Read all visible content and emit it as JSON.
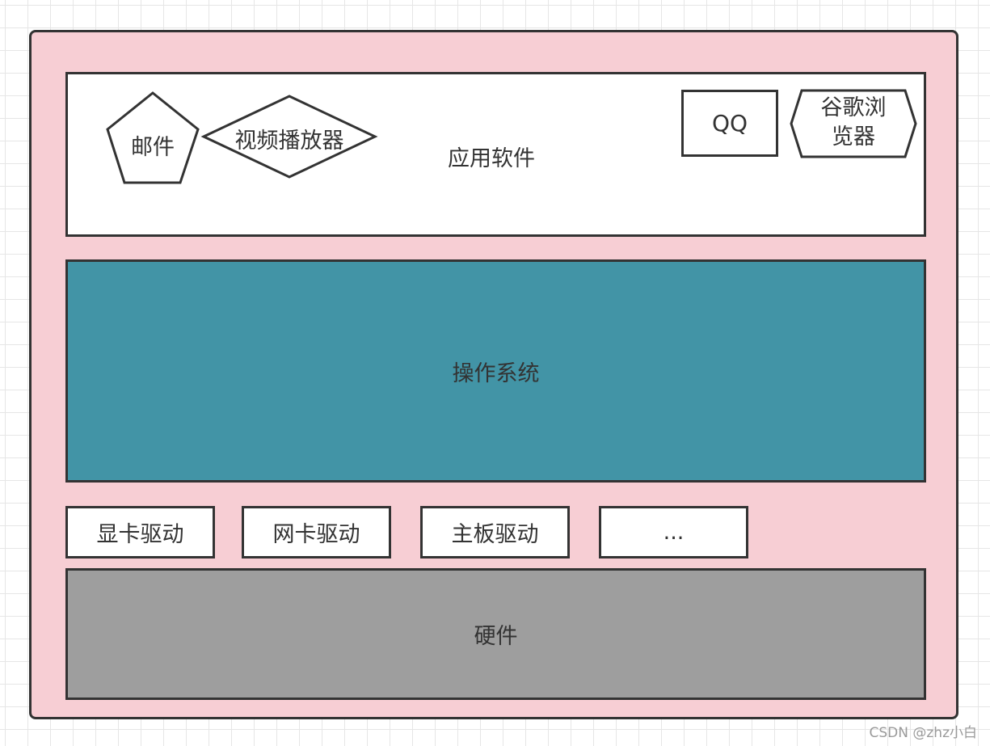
{
  "diagram": {
    "application_layer": {
      "label": "应用软件",
      "apps": {
        "mail": "邮件",
        "video_player": "视频播放器",
        "qq": "QQ",
        "chrome_line1": "谷歌浏",
        "chrome_line2": "览器"
      }
    },
    "os_layer": {
      "label": "操作系统"
    },
    "drivers": [
      "显卡驱动",
      "网卡驱动",
      "主板驱动",
      "..."
    ],
    "hardware_layer": {
      "label": "硬件"
    }
  },
  "watermark": "CSDN @zhz小白",
  "colors": {
    "outer_background": "#f7ced4",
    "os_layer": "#4294a6",
    "hardware_layer": "#9e9e9e",
    "border": "#333333"
  }
}
